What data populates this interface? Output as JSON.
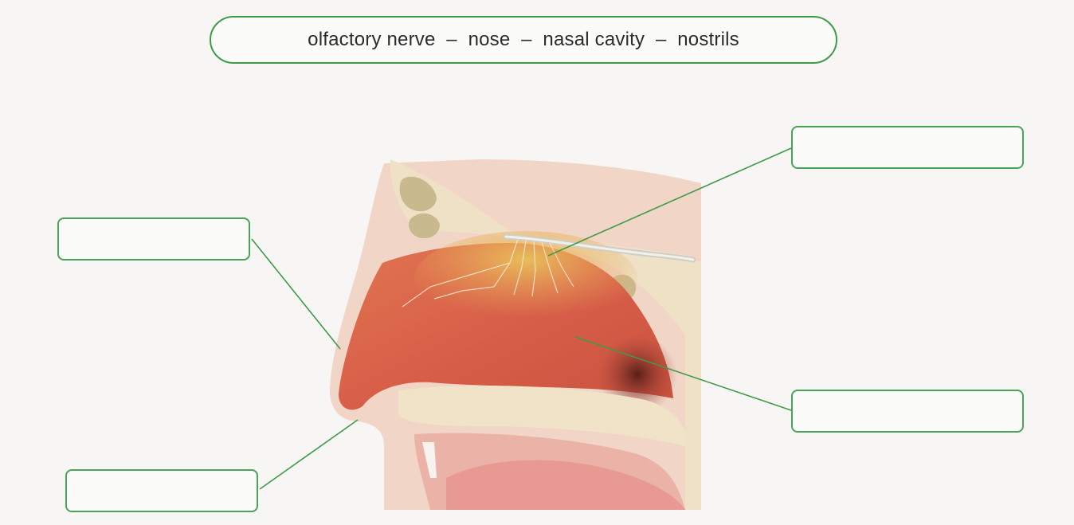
{
  "word_bank": {
    "text": "olfactory nerve  –  nose  –  nasal cavity  –  nostrils"
  },
  "label_boxes": [
    {
      "id": "top-right",
      "value": ""
    },
    {
      "id": "middle-left",
      "value": ""
    },
    {
      "id": "middle-right",
      "value": ""
    },
    {
      "id": "bottom-left",
      "value": ""
    }
  ],
  "colors": {
    "box_border": "#4aa457",
    "leader_line": "#3f9a4a",
    "cavity": "#d9624a",
    "bone": "#efe0c4",
    "skin": "#f2cfc2",
    "nerve": "#e9e6dc"
  }
}
